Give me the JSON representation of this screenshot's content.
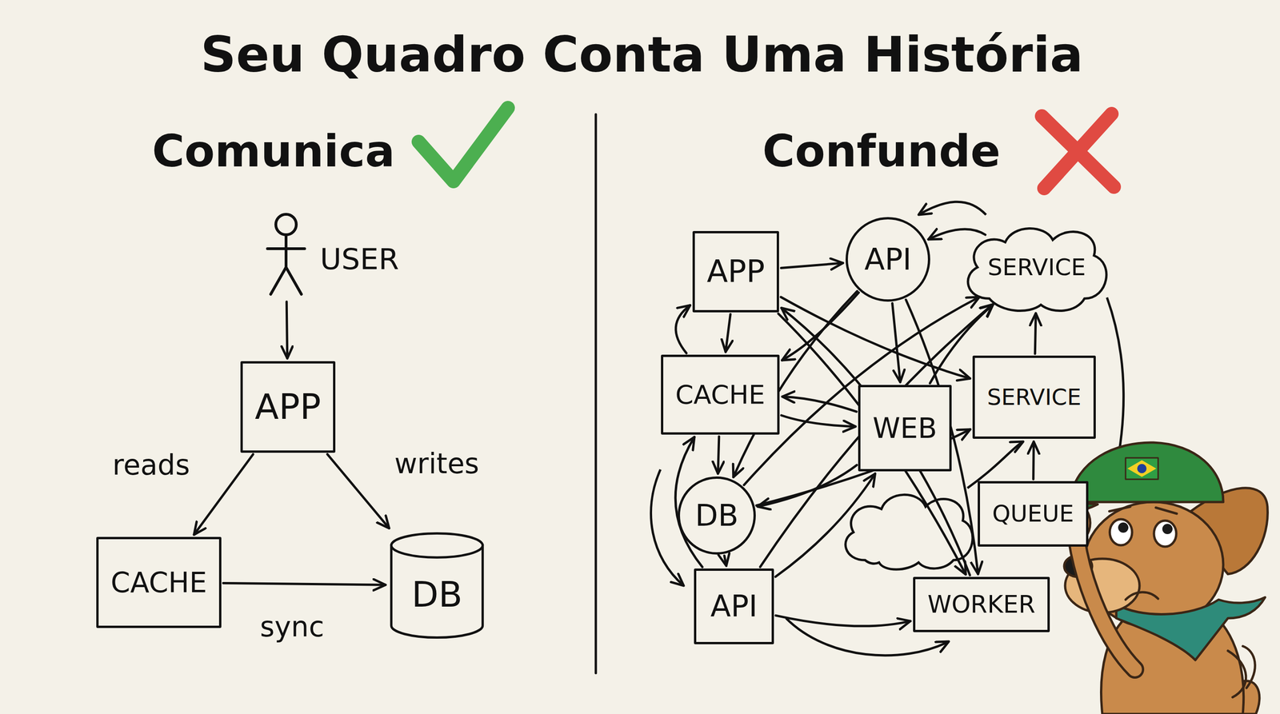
{
  "diagram": {
    "title": "Seu Quadro Conta Uma História",
    "nodes": [
      {
        "text": [
          "USER"
        ]
      },
      {
        "text": [
          "APP"
        ]
      },
      {
        "text": [
          "CACHE"
        ]
      },
      {
        "text": [
          "DB"
        ]
      },
      {
        "text": [
          "APP"
        ]
      },
      {
        "text": [
          "API"
        ]
      },
      {
        "text": [
          "SERVICE"
        ]
      },
      {
        "text": [
          "CACHE"
        ]
      },
      {
        "text": [
          "WEB"
        ]
      },
      {
        "text": [
          "SERVICE"
        ]
      },
      {
        "text": [
          "DB"
        ]
      },
      {
        "text": [
          "QUEUE"
        ]
      },
      {
        "text": [
          "API"
        ]
      },
      {
        "text": [
          "WORKER"
        ]
      }
    ],
    "edges": [
      {
        "from": 0,
        "to": 1,
        "arrow": "to"
      },
      {
        "from": 1,
        "to": 2,
        "label": "reads",
        "arrow": "to"
      },
      {
        "from": 1,
        "to": 3,
        "label": "writes",
        "arrow": "to"
      },
      {
        "from": 2,
        "to": 3,
        "label": "sync",
        "arrow": "to"
      },
      {
        "from": 4,
        "to": 5,
        "arrow": "to"
      },
      {
        "from": 4,
        "to": 7,
        "arrow": "to"
      },
      {
        "from": 4,
        "to": 9,
        "arrow": "to"
      },
      {
        "from": 4,
        "to": 13,
        "arrow": "to"
      },
      {
        "from": 5,
        "to": 8,
        "arrow": "to"
      },
      {
        "from": 5,
        "to": 7,
        "arrow": "to"
      },
      {
        "from": 5,
        "to": 10,
        "arrow": "to"
      },
      {
        "from": 6,
        "to": 5,
        "arrow": "to"
      },
      {
        "from": 7,
        "to": 8,
        "arrow": "to"
      },
      {
        "from": 8,
        "to": 7,
        "arrow": "to"
      },
      {
        "from": 7,
        "to": 10,
        "arrow": "to"
      },
      {
        "from": 8,
        "to": 6,
        "arrow": "to"
      },
      {
        "from": 8,
        "to": 10,
        "arrow": "to"
      },
      {
        "from": 9,
        "to": 6,
        "arrow": "to"
      },
      {
        "from": 11,
        "to": 9,
        "arrow": "to"
      },
      {
        "from": 12,
        "to": 13,
        "arrow": "to"
      },
      {
        "from": 12,
        "to": 8,
        "arrow": "to"
      },
      {
        "from": 10,
        "to": 6,
        "arrow": "to"
      },
      {
        "from": 7,
        "to": 4,
        "arrow": "to"
      },
      {
        "from": 12,
        "to": 7,
        "arrow": "to"
      },
      {
        "from": 10,
        "to": 12,
        "arrow": "to"
      },
      {
        "from": 12,
        "to": 6,
        "arrow": "to"
      },
      {
        "from": 13,
        "to": 4,
        "arrow": "to"
      },
      {
        "from": 5,
        "to": 13,
        "arrow": "to"
      },
      {
        "from": 10,
        "to": 9,
        "arrow": "to"
      }
    ],
    "labels": [
      "Comunica",
      "Confunde"
    ]
  }
}
